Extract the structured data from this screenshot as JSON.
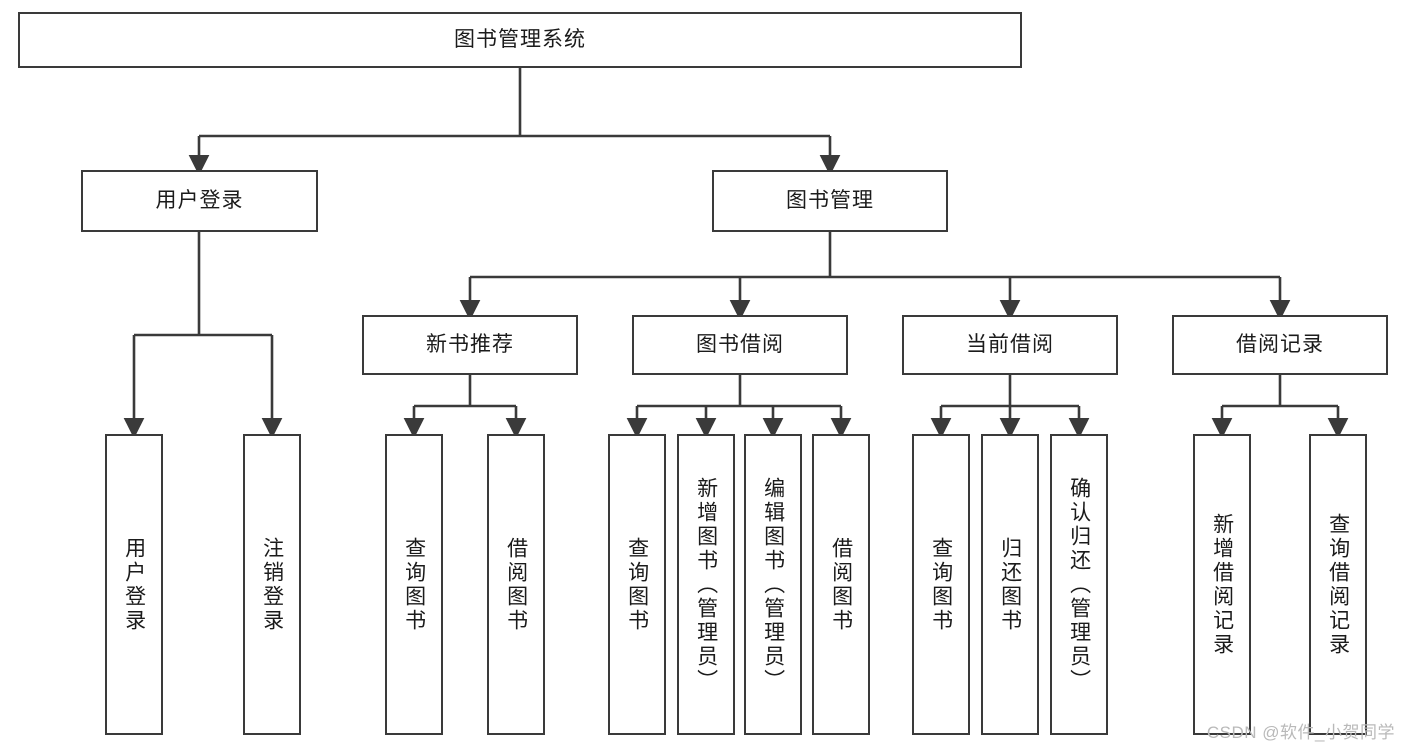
{
  "diagram": {
    "title": "图书管理系统",
    "type": "tree-hierarchy",
    "watermark": "CSDN @软件_小贺同学",
    "colors": {
      "box_border": "#3a3a3a",
      "box_fill": "#ffffff",
      "connector": "#3a3a3a",
      "text": "#1b1b1b",
      "watermark": "#b9b9b9",
      "background": "#ffffff"
    },
    "nodes": {
      "root": {
        "label": "图书管理系统"
      },
      "level2": [
        {
          "label": "用户登录"
        },
        {
          "label": "图书管理"
        }
      ],
      "level3": [
        {
          "label": "新书推荐"
        },
        {
          "label": "图书借阅"
        },
        {
          "label": "当前借阅"
        },
        {
          "label": "借阅记录"
        }
      ],
      "leaves": {
        "user_login": [
          {
            "label": "用户登录"
          },
          {
            "label": "注销登录"
          }
        ],
        "new_book_recommend": [
          {
            "label": "查询图书"
          },
          {
            "label": "借阅图书"
          }
        ],
        "book_borrow": [
          {
            "label": "查询图书"
          },
          {
            "label": "新增图书（管理员）"
          },
          {
            "label": "编辑图书（管理员）"
          },
          {
            "label": "借阅图书"
          }
        ],
        "current_borrow": [
          {
            "label": "查询图书"
          },
          {
            "label": "归还图书"
          },
          {
            "label": "确认归还（管理员）"
          }
        ],
        "borrow_record": [
          {
            "label": "新增借阅记录"
          },
          {
            "label": "查询借阅记录"
          }
        ]
      }
    }
  }
}
